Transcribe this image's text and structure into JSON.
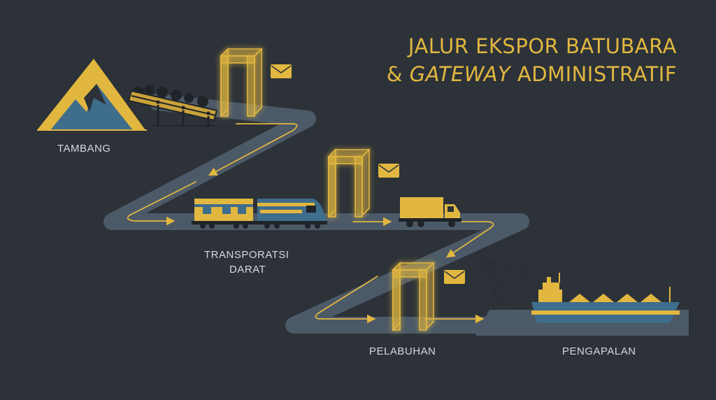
{
  "title": {
    "prefix": "JALUR EKSPOR BATUBARA",
    "amp": "& ",
    "italic": "GATEWAY",
    "suffix": " ADMINISTRATIF"
  },
  "stages": [
    {
      "id": "tambang",
      "label": "TAMBANG"
    },
    {
      "id": "transportasi",
      "label_line1": "TRANSPORATSI",
      "label_line2": "DARAT"
    },
    {
      "id": "pelabuhan",
      "label": "PELABUHAN"
    },
    {
      "id": "pengapalan",
      "label": "PENGAPALAN"
    }
  ],
  "icons": {
    "mine": "mountain-mine-icon",
    "conveyor": "conveyor-belt-icon",
    "train": "coal-train-icon",
    "truck": "truck-icon",
    "crane": "port-crane-icon",
    "ship": "bulk-carrier-ship-icon",
    "gateway": "gateway-arch-icon",
    "document": "envelope-document-icon"
  },
  "colors": {
    "background": "#2c3238",
    "road": "#4c5967",
    "accent": "#e2b740",
    "mountain_blue": "#3f6d8c",
    "label": "#d6d9dc"
  }
}
